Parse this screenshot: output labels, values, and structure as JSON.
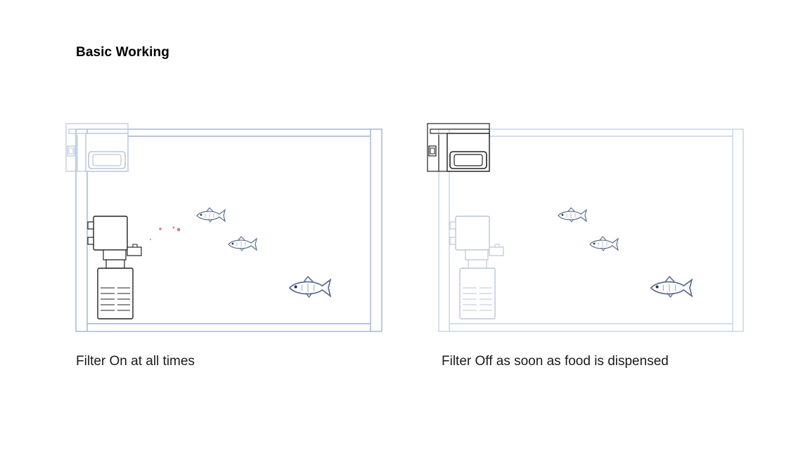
{
  "title": "Basic Working",
  "panels": [
    {
      "caption": "Filter On at all times",
      "filter_state": "on"
    },
    {
      "caption": "Filter Off as soon as food is dispensed",
      "filter_state": "off"
    }
  ],
  "colors": {
    "tank_outline": "#9fb3cf",
    "tank_outline_light": "#c4d3e7",
    "device_dark": "#222222",
    "device_light": "#b9c6d8",
    "fish": "#5a6f92",
    "food": "#e07a8a"
  }
}
